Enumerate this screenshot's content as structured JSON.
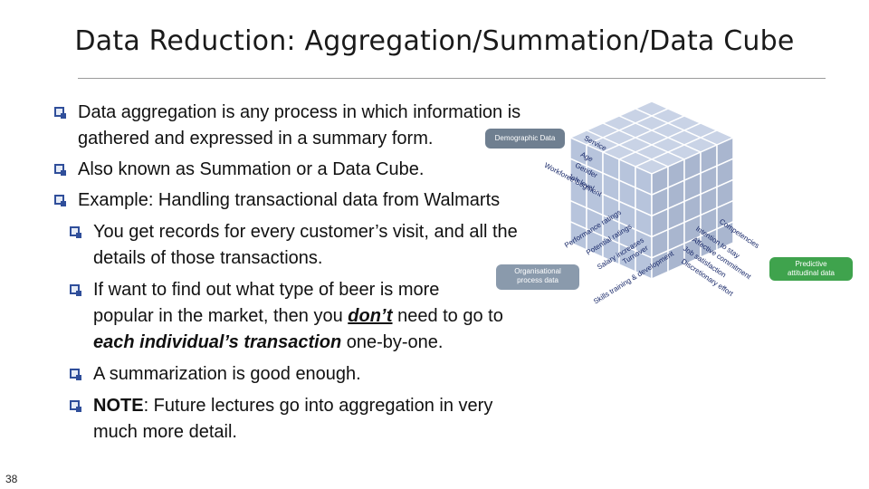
{
  "slide": {
    "title": "Data Reduction: Aggregation/Summation/Data Cube",
    "slide_number": "38"
  },
  "bullets": {
    "b1_line1": "Data aggregation is any process in which information is",
    "b1_line2": "gathered and expressed in a summary form.",
    "b2": "Also known as Summation or a Data Cube.",
    "b3": "Example: Handling transactional data from Walmarts",
    "s1_line1": "You get records for every customer’s visit, and all the",
    "s1_line2": "details of those transactions.",
    "s2_line1_pre": "If want to find out what type of beer is more",
    "s2_line2_pre": "popular in the market, then you ",
    "s2_line2_emph": "don’t",
    "s2_line2_post": " need to go to",
    "s2_line3_emph": "each individual’s transaction",
    "s2_line3_post": " one-by-one.",
    "s3": "A summarization is good enough.",
    "s4_line1_emph": "NOTE",
    "s4_line1_post": ": Future lectures go into aggregation in very",
    "s4_line2": "much more detail."
  },
  "figure": {
    "tags": {
      "demographic": "Demographic Data",
      "organisational_l1": "Organisational",
      "organisational_l2": "process data",
      "predictive_l1": "Predictive",
      "predictive_l2": "attitudinal data"
    },
    "top_face_labels": [
      "Service",
      "Age",
      "Gender",
      "Job level",
      "Workforce Segment"
    ],
    "left_face_labels": [
      "Performance ratings",
      "Potential ratings",
      "Salary increases",
      "Turnover",
      "Skills training & development"
    ],
    "right_face_labels": [
      "Competencies",
      "Intention to stay",
      "Affective commitment",
      "Job satisfaction",
      "Discretionary effort"
    ],
    "colors": {
      "cube_top": "#c9d3e6",
      "cube_left": "#b7c4dc",
      "cube_right": "#a9b6cf",
      "cube_grid": "#ffffff",
      "tag_demographic": "#6f7f90",
      "tag_organisational": "#8a9aac",
      "tag_predictive": "#3fa34d",
      "bullet": "#2f4e9a"
    }
  }
}
